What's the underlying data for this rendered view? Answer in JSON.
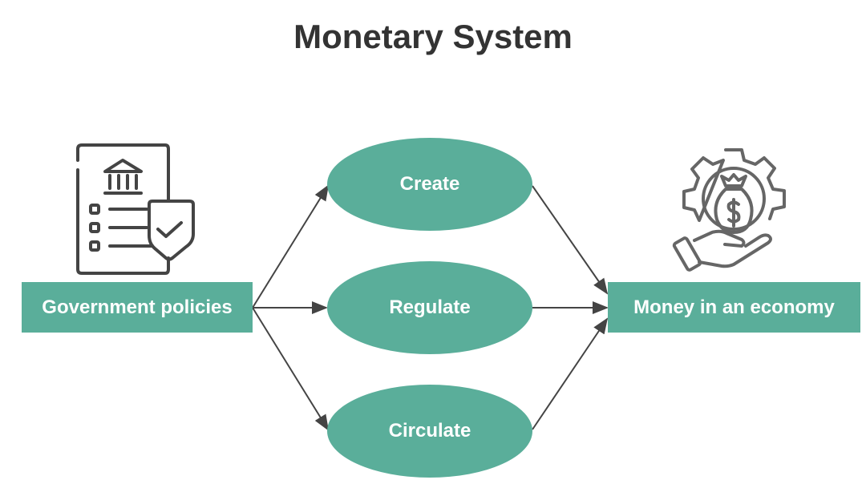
{
  "title": "Monetary System",
  "source": {
    "label": "Government policies",
    "icon": "policy-document-icon"
  },
  "actions": [
    {
      "label": "Create"
    },
    {
      "label": "Regulate"
    },
    {
      "label": "Circulate"
    }
  ],
  "target": {
    "label": "Money in an economy",
    "icon": "money-hand-gear-icon"
  },
  "colors": {
    "accent": "#5aae9a",
    "text": "#333333",
    "arrow": "#444444",
    "icon": "#555555"
  }
}
